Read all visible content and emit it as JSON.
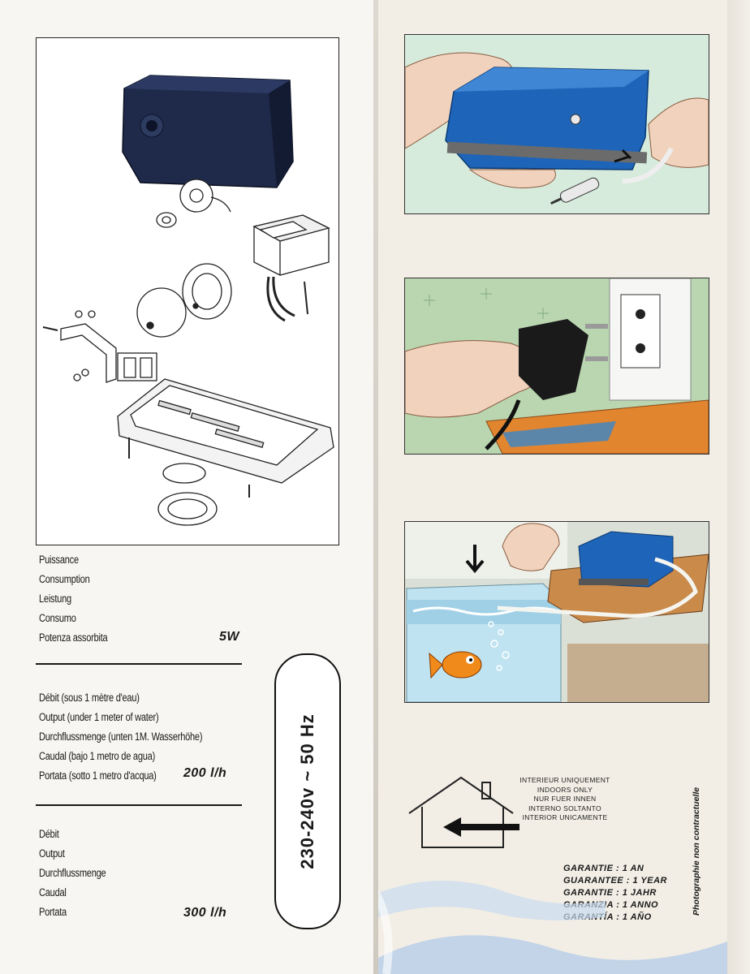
{
  "specs": {
    "power": {
      "labels": [
        "Puissance",
        "Consumption",
        "Leistung",
        "Consumo",
        "Potenza assorbita"
      ],
      "value": "5W"
    },
    "output_200": {
      "labels": [
        "Débit (sous 1 mètre d'eau)",
        "Output (under 1  meter of water)",
        "Durchflussmenge (unten 1M. Wasserhöhe)",
        "Caudal (bajo 1 metro de agua)",
        "Portata (sotto 1 metro  d'acqua)"
      ],
      "value": "200 l/h"
    },
    "output_300": {
      "labels": [
        "Débit",
        "Output",
        "Durchflussmenge",
        "Caudal",
        "Portata"
      ],
      "value": "300 l/h"
    }
  },
  "voltage": "230-240v ~ 50 Hz",
  "indoors": [
    "INTERIEUR UNIQUEMENT",
    "INDOORS ONLY",
    "NUR FUER INNEN",
    "INTERNO SOLTANTO",
    "INTERIOR UNICAMENTE"
  ],
  "guarantee": [
    "GARANTIE : 1 AN",
    "GUARANTEE : 1 YEAR",
    "GARANTIE : 1 JAHR",
    "GARANZIA : 1 ANNO",
    "GARANTÍA : 1 AÑO"
  ],
  "photo_note": "Photographie non contractuelle",
  "colors": {
    "pump_dark": "#1f2a4a",
    "pump_blue": "#1e64b8",
    "wall_green": "#b9d6b0",
    "shelf_wood": "#c98a4a",
    "water_blue": "#bfe3f0"
  }
}
